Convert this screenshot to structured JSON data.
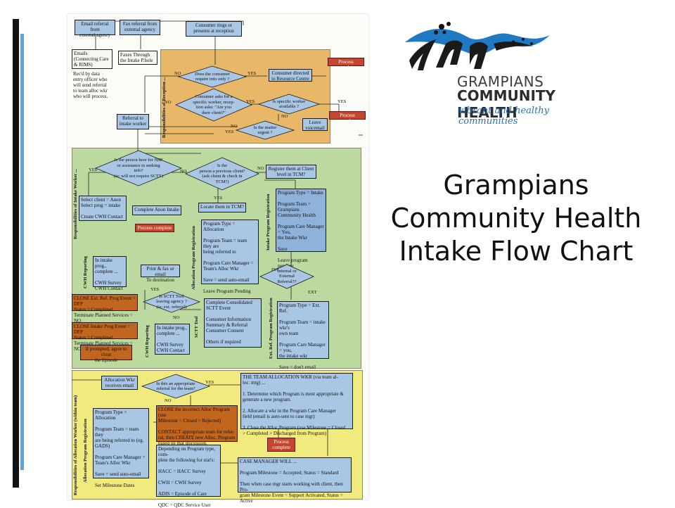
{
  "slide": {
    "title_lines": [
      "Grampians",
      "Community Health",
      "Intake Flow Chart"
    ]
  },
  "logo": {
    "line1": "GRAMPIANS",
    "line2": "COMMUNITY HEALTH",
    "tagline": "vibrant and healthy communities",
    "colors": {
      "blue": "#1f79c3",
      "black": "#1a1a1a",
      "dots": "#111111"
    }
  },
  "colors": {
    "zone_reception": "#e8b868",
    "zone_intake": "#bcd9a0",
    "zone_allocation": "#f1ea7e",
    "box_blue": "#a9c6e4",
    "box_red": "#c7452f",
    "box_orange": "#c0661f",
    "bar_dark": "#111111",
    "bar_blue": "#5aa6e0"
  },
  "flowchart": {
    "zone_labels": {
      "reception": "Responsibilities of Reception ...",
      "intake": "Responsibilities of Intake Worker ...",
      "allocation": "Responsibilities of Allocation Worker (within team)"
    },
    "side_labels": {
      "cwh_reporting_1": "CWH Reporting",
      "alloc_prog_reg": "Allocation Program Registration",
      "intake_prog_reg": "Intake Program Registration",
      "scttt_tool": "SCTT Tool",
      "cwh_reporting_2": "CWH Reporting",
      "ext_ref_prog_reg": "Ext. Ref. Program Registration",
      "alloc_prog_reg_2": "Allocation Program Registration"
    },
    "nodes": {
      "email_referral": "Email referral from\nexternal agency",
      "fax_referral": "Fax referral from\nexternal agency",
      "consumer_rings": "Consumer rings or\npresents at reception",
      "emails_cc": "Emails\n(Connecting Care\n& RIMS)",
      "recd_by": "Rec'd by data\nentry officer who\nwill send referral\nto team alloc wkr\nwho will process.",
      "faxes_through": "Faxes Through\nthe Intake P.hole",
      "d_info_only": "Does the consumer\nrequire info only ?",
      "consumer_directed": "Consumer directed\nto Resource Centre",
      "process_complete_1": "Process complete",
      "d_specific_worker": "Consumer asks for a\nspecific worker, recep-\ntion asks: \"Are you\ntheir client?\"",
      "d_is_specific": "Is specific worker\navailable ?",
      "process_complete_2": "Process complete",
      "referral_intake": "Referral to\nintake worker",
      "leave_voicemail": "Leave\nvoicemail",
      "d_urgent": "Is the matter\nurgent ?",
      "d_nsp": "Is the person here for NSP\nor assistance in seeking\ninfo?\n(ie: will not require SCTT)",
      "d_previous_client": "Is the\nperson a previous client?\n(ask client & check in\nTCM?)",
      "register_client": "Register them at Client\nlevel in TCM?",
      "select_client": "Select client = Anon\nSelect prog = intake\n\nCreate CWH Contact",
      "complete_anon": "Complete Anon Intake",
      "locate_tcm": "Locate them in TCM?",
      "process_complete_3": "Process complete",
      "intake_reg": "Program Type = Intake\n\nProgram Team = Grampians\nCommunity Health\n\nProgram Care Manager = You,\nthe Intake Wkr\n\nSave\n\nLeave program pending",
      "alloc_reg": "Program Type = Allocation\n\nProgram Team = team they are\nbeing referred to\n\nProgram Care Manager =\nTeam's Alloc Wkr\n\nSave = send auto-email\n\nLeave Program Pending",
      "cwh_reporting_box": "In intake prog.,\ncomplete ...\n\nCWH Survey\nCWH Contact",
      "print_fax": "Print & fax or email\nTo destination",
      "d_internal": "Internal or\nExternal\nReferral??",
      "close_ext_1": "CLOSE Ext. Ref. Prog Event = DFP\nStatus = Completed\nTerminate Planned Services = NO",
      "d_sctt_leaving": "Is SCTT Tool\nleaving agency ?\n(ie: ext. referral)",
      "complete_consolidated": "Complete Consolidated\nSCTT Event\n\nConsumer Information\nSummary & Referral\nConsumer Consent\n\nOthers if required",
      "close_intake": "CLOSE Intake Prog Event = DFP\nStatus = Completed\nTerminate Planned Services = NO",
      "cwh_reporting_box_2": "In intake prog.,\ncomplete ...\n\nCWH Survey\nCWH Contact",
      "ext_ref_box": "Program Type = Ext. Ref.\n\nProgram Team = intake wkr's\nown team\n\nProgram Care Manager = you,\nthe intake wkr\n\nSave = don't email",
      "if_prompted": "If prompted, agree to close\nthe Episode",
      "alloc_wkr_email": "Allocation Wkr\nreceives email",
      "d_appropriate": "Is this an appropriate\nreferral for the team?",
      "team_allocation": "THE TEAM ALLOCATION WKR (via team al-\nloc. mtg) ...\n\n1. Determine which Program is most appropriate &\n   generate a new program.\n\n2. Allocate a wkr in the Program Care Manager\n   field (email is auto-sent to case mgr)\n\n3. Close the Alloc Program (use Milestone = Closed\n   > Completed > Discharged from Program)",
      "close_incorrect": "CLOSE the incorrect Alloc Program (use\nMilestone = Closed > Rejected)\n\nCONTACT appropriate team for refer-\nral, then CREATE new Alloc. Program\nbased on that discussion.",
      "alloc_reg_2": "Program Type = Allocation\n\nProgram Team = team they\nare being referred to (eg.\nGADS)\n\nProgram Care Manager =\nTeam's Alloc Wkr\n\nSave = send auto-email\n\nSet Milestone Dates",
      "process_complete_4": "Process\ncomplete",
      "depending": "Depending on Program type, com-\nplete the following for stat's:\n\nHACC = HACC Survey\n\nCWH = CWH Survey\n\nADIS = Episode of Care\n\nQDC = QDC Service User",
      "case_manager": "CASE MANAGER WILL ...\n\nProgram Milestone = Accepted; Status = Standard\n\nThen when case mgr starts working with client, then Pro-\ngram Milestone Event = Support Activated, Status = Active"
    },
    "edge_labels": {
      "no": "NO",
      "yes": "YES",
      "int": "INT",
      "ext": "EXT"
    }
  }
}
